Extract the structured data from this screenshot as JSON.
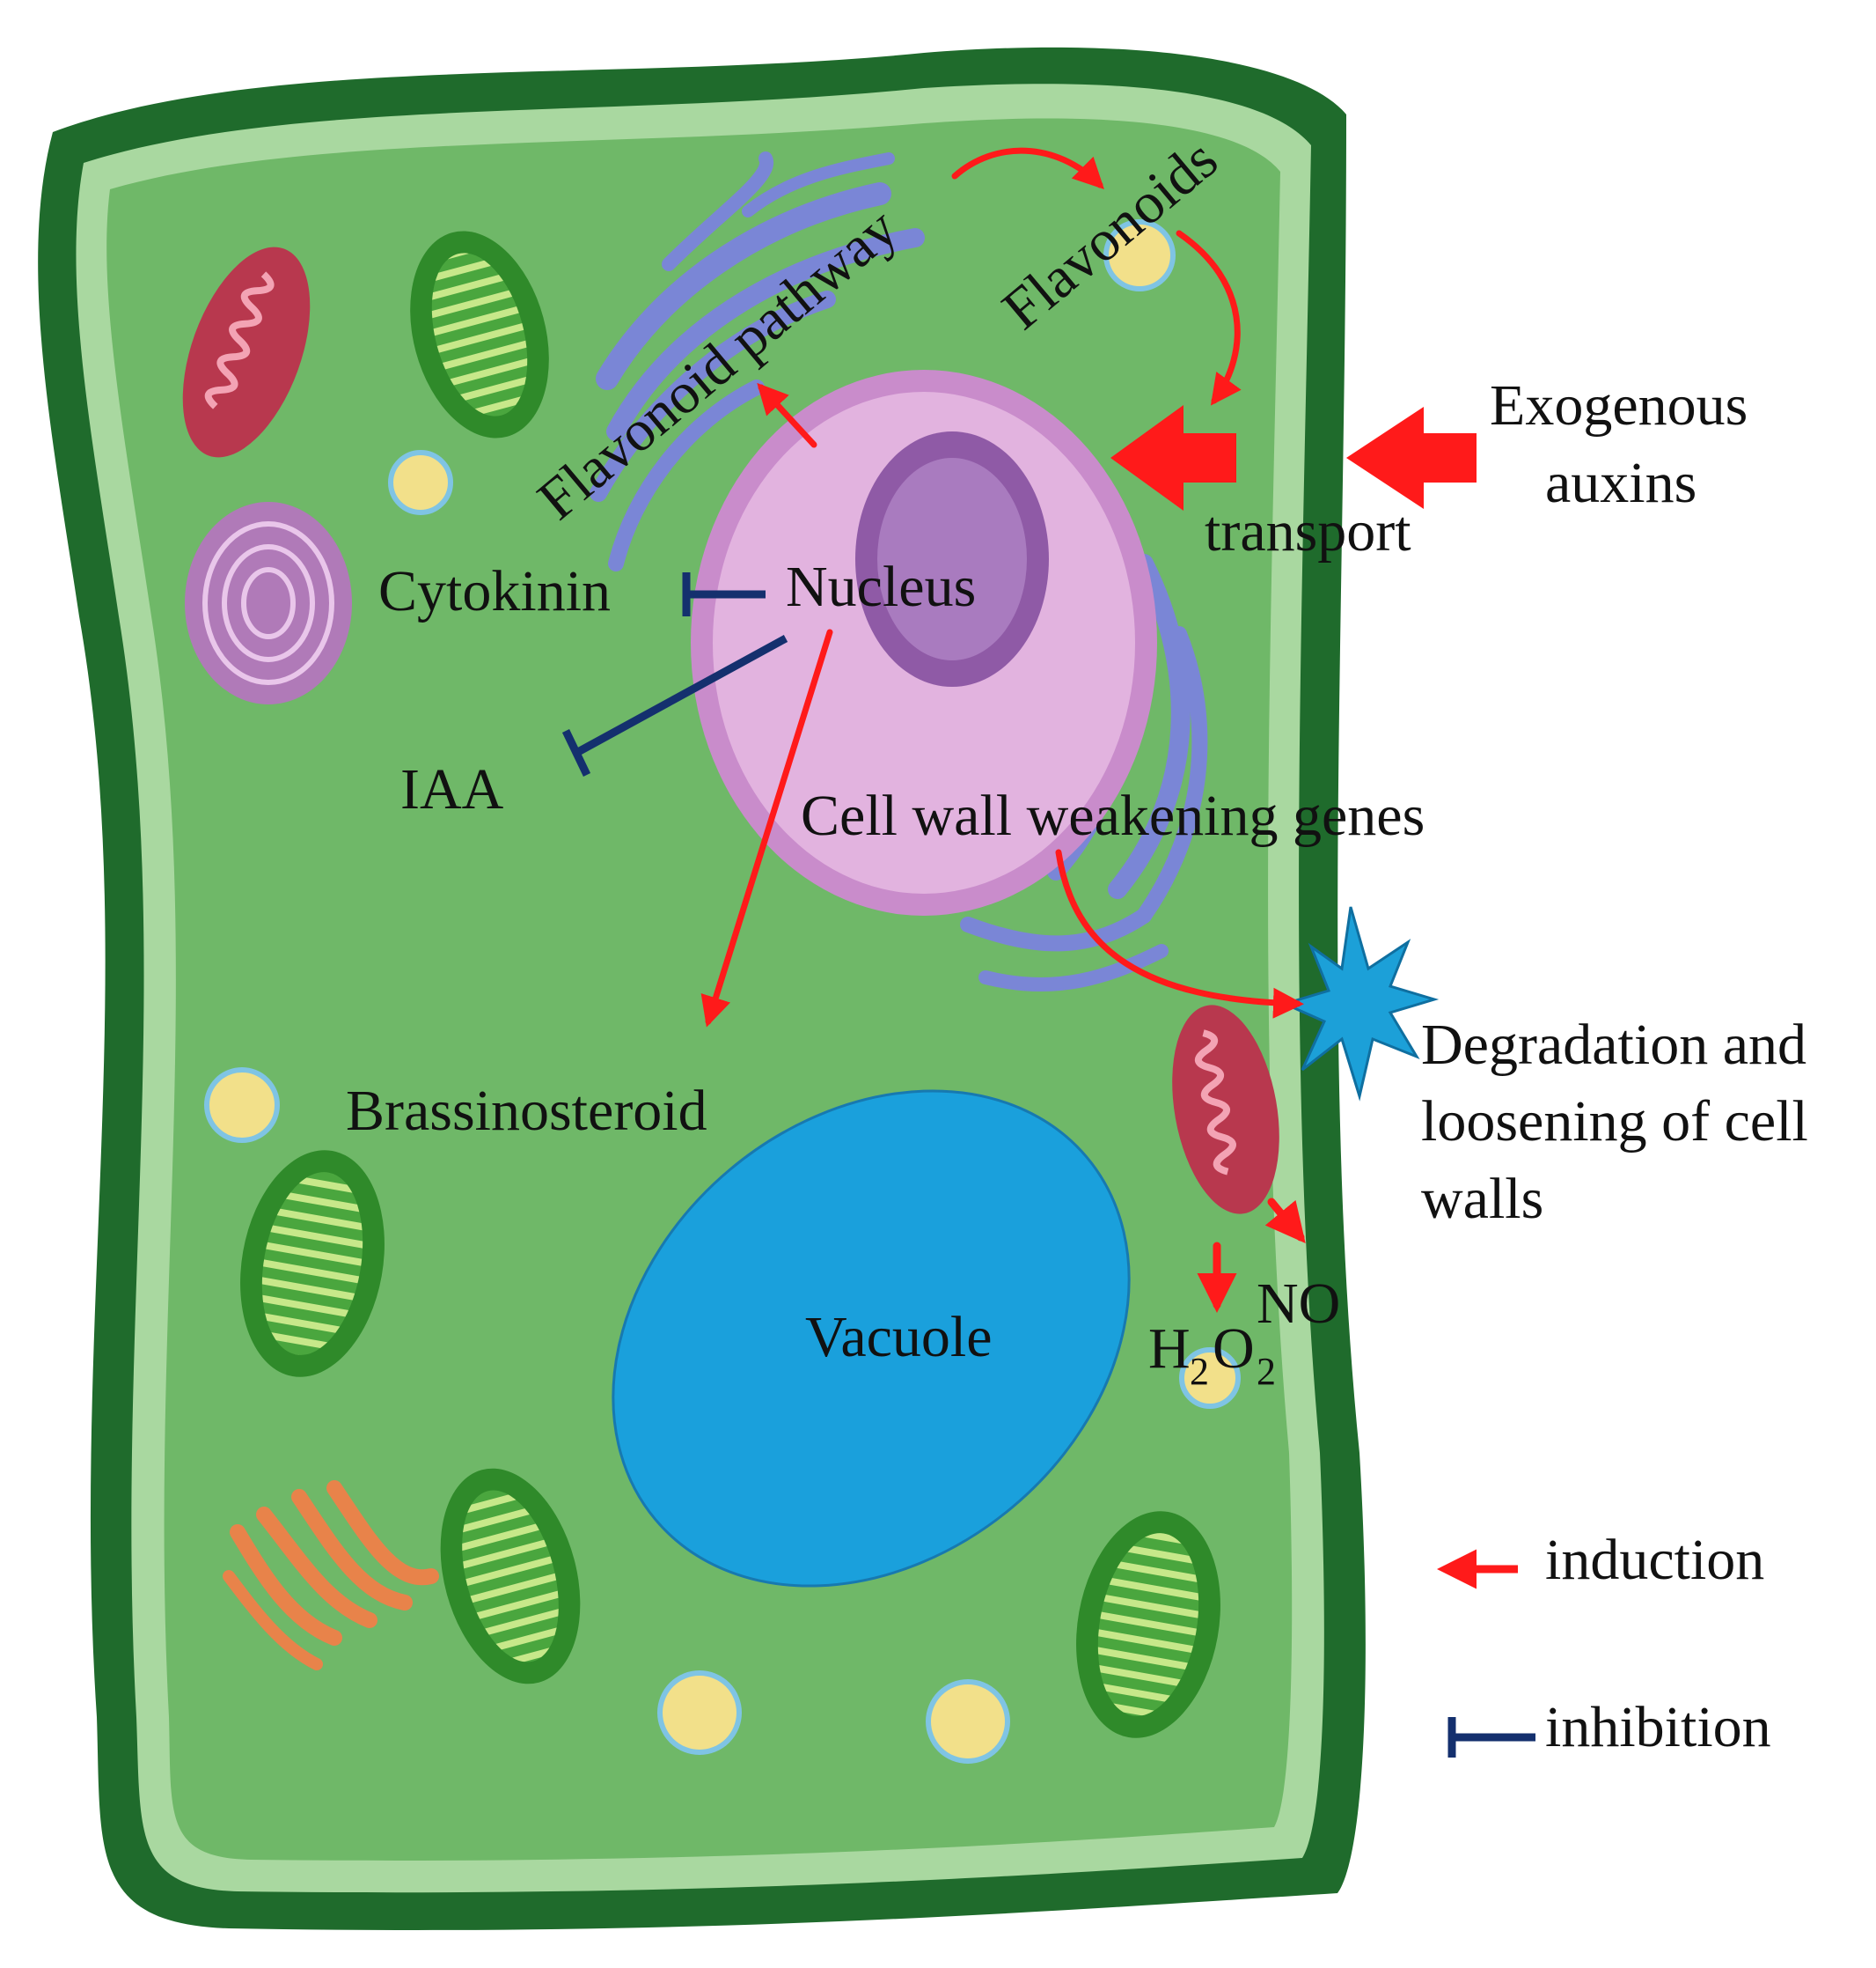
{
  "labels": {
    "flavonoid_pathway": "Flavonoid pathway",
    "flavonoids": "Flavonoids",
    "exogenous": "Exogenous",
    "auxins": "auxins",
    "transport": "transport",
    "cytokinin": "Cytokinin",
    "nucleus": "Nucleus",
    "iaa": "IAA",
    "cell_wall_weakening_genes": "Cell wall weakening genes",
    "degradation_line1": "Degradation and",
    "degradation_line2": "loosening of cell",
    "degradation_line3": "walls",
    "brassinosteroid": "Brassinosteroid",
    "vacuole": "Vacuole",
    "no": "NO",
    "h2o2_h": "H",
    "h2o2_2a": "2",
    "h2o2_o": "O",
    "h2o2_2b": "2"
  },
  "legend": {
    "induction": "induction",
    "inhibition": "inhibition"
  },
  "colors": {
    "induction": "#ff1a1a",
    "inhibition": "#14306e",
    "cell_wall_outer": "#1f6b2c",
    "cell_wall_inner": "#a9d8a0",
    "cytoplasm": "#6fb868",
    "nucleus_envelope": "#d9a5d6",
    "nucleolus": "#8f5aa6",
    "vacuole": "#1aa0dc",
    "er": "#7a86d6",
    "chloroplast": "#2f8a2a",
    "mitochondrion": "#b8384e",
    "golgi": "#e8834a",
    "vesicle": "#f2e08a",
    "burst": "#1ca0d8"
  }
}
